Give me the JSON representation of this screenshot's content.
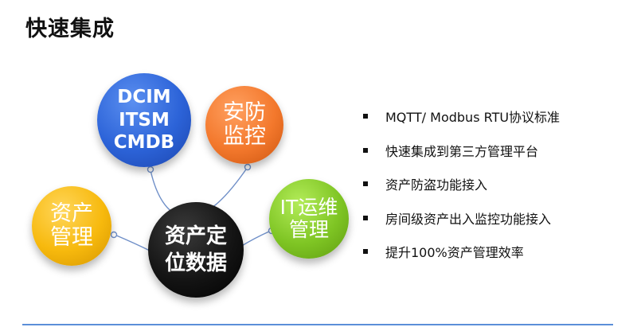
{
  "header": {
    "title": "快速集成"
  },
  "diagram": {
    "center": {
      "lines": [
        "资产定",
        "位数据"
      ],
      "color": "#000000"
    },
    "nodes": [
      {
        "id": "dcim",
        "lines": [
          "DCIM",
          "ITSM",
          "CMDB"
        ],
        "color": "#2c63d8"
      },
      {
        "id": "security",
        "lines": [
          "安防",
          "监控"
        ],
        "color": "#f3782c"
      },
      {
        "id": "it",
        "lines": [
          "IT运维",
          "管理"
        ],
        "color": "#7fc524"
      },
      {
        "id": "asset",
        "lines": [
          "资产",
          "管理"
        ],
        "color": "#f7b90d"
      }
    ],
    "connector_color": "#6f8fc8"
  },
  "bullets": [
    "MQTT/ Modbus RTU协议标准",
    "快速集成到第三方管理平台",
    "资产防盗功能接入",
    "房间级资产出入监控功能接入",
    "提升100%资产管理效率"
  ],
  "footer": {
    "rule_color": "#5b8fd8"
  }
}
